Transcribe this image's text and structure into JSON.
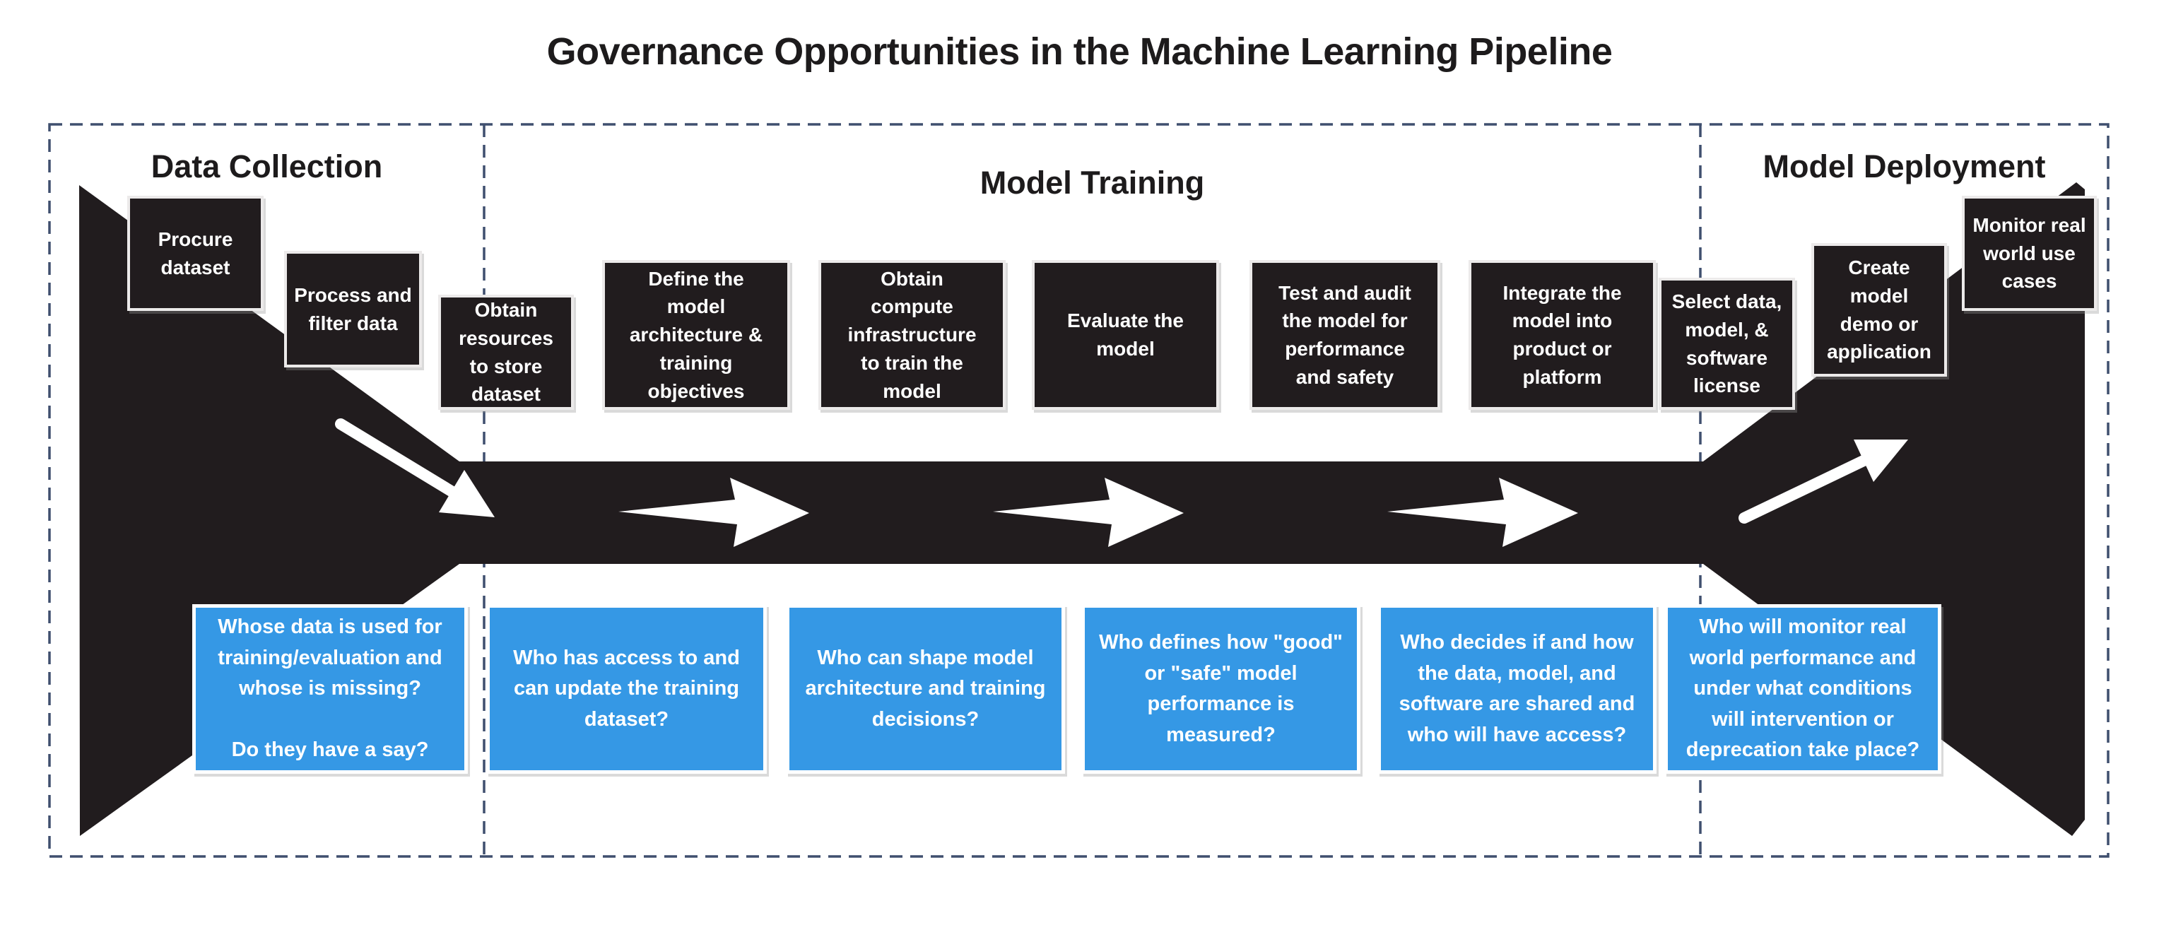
{
  "title": "Governance Opportunities in the Machine Learning Pipeline",
  "sections": [
    {
      "label": "Data Collection"
    },
    {
      "label": "Model Training"
    },
    {
      "label": "Model Deployment"
    }
  ],
  "pipeline_steps": [
    {
      "label": "Procure dataset"
    },
    {
      "label": "Process and filter data"
    },
    {
      "label": "Obtain resources to store dataset"
    },
    {
      "label": "Define the model architecture & training objectives"
    },
    {
      "label": "Obtain compute infrastructure to train the model"
    },
    {
      "label": "Evaluate the model"
    },
    {
      "label": "Test and audit the model for performance and safety"
    },
    {
      "label": "Integrate the model into product or platform"
    },
    {
      "label": "Select data, model, & software license"
    },
    {
      "label": "Create model demo or application"
    },
    {
      "label": "Monitor real world use cases"
    }
  ],
  "governance_questions": [
    {
      "text": "Whose data is used for training/evaluation and whose is missing?\n\nDo they have a say?"
    },
    {
      "text": "Who has access to and can update the training dataset?"
    },
    {
      "text": "Who can shape model architecture and training decisions?"
    },
    {
      "text": "Who defines how \"good\" or \"safe\" model performance is measured?"
    },
    {
      "text": "Who decides if and how the data, model, and software are shared and who will have access?"
    },
    {
      "text": "Who will monitor real world performance and under what conditions will intervention or deprecation take place?"
    }
  ],
  "colors": {
    "flow_black": "#211c1e",
    "question_blue": "#3598e5",
    "dashed_border": "#3f4f6e",
    "text_dark": "#1d1b1c",
    "text_light": "#ffffff"
  }
}
